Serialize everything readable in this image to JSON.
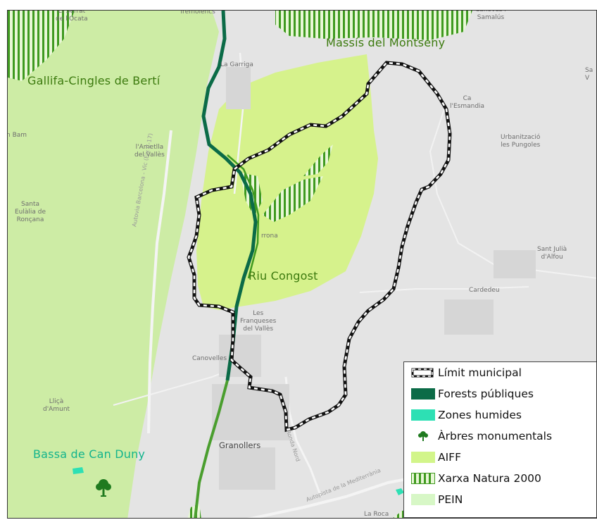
{
  "map": {
    "protected_areas": {
      "gallifa": "Gallifa-Cingles de Bertí",
      "montseny": "Massís del Montseny",
      "congost": "Riu Congost",
      "can_duny": "Bassa de Can Duny"
    },
    "places": {
      "serrat": "El Serrat\nde l'Ocata",
      "tremolencs": "Tremolencs",
      "canoves": "Cànoves i\nSamalús",
      "garriga": "La Garriga",
      "ca_esmandia": "Ca\nl'Esmandia",
      "sant_v": "Sa\nV",
      "bam": "n Bam",
      "amet": "l'Ametlla\ndel Vallès",
      "pungoles": "Urbanització\nles Pungoles",
      "santa_eulalia": "Santa\nEulàlia de\nRonçana",
      "corrona": "rrona",
      "sant_julia": "Sant Julià\nd'Alfou",
      "cardedeu": "Cardedeu",
      "franqueses": "Les\nFranqueses\ndel Vallès",
      "canovelles": "Canovelles",
      "llica": "Lliçà\nd'Amunt",
      "granollers": "Granollers",
      "roca": "La Roca",
      "autovia": "Autovia Barcelona - Vic (Eix C-17)",
      "ronda": "Ronda Nord",
      "autopista": "Autopista de la Mediterrània"
    }
  },
  "legend": {
    "items": [
      {
        "label": "Límit municipal",
        "icon": "dashed-boundary-icon"
      },
      {
        "label": "Forests públiques",
        "color": "#0b6b47"
      },
      {
        "label": "Zones humides",
        "color": "#2de0b4"
      },
      {
        "label": "Àrbres monumentals",
        "icon": "tree-icon",
        "color": "#1f7a1f"
      },
      {
        "label": "AIFF",
        "color": "#d2f58a"
      },
      {
        "label": "Xarxa Natura 2000",
        "color": "#3f9a20"
      },
      {
        "label": "PEIN",
        "color": "#d7f7c6"
      }
    ]
  },
  "colors": {
    "pein": "#cdeca5",
    "aiff": "#d6f28c",
    "natura": "#3f9a20",
    "forest": "#0b6b47",
    "wetland": "#2de0b4",
    "river_label": "#3c7a0e",
    "wetland_label": "#13b48c"
  }
}
